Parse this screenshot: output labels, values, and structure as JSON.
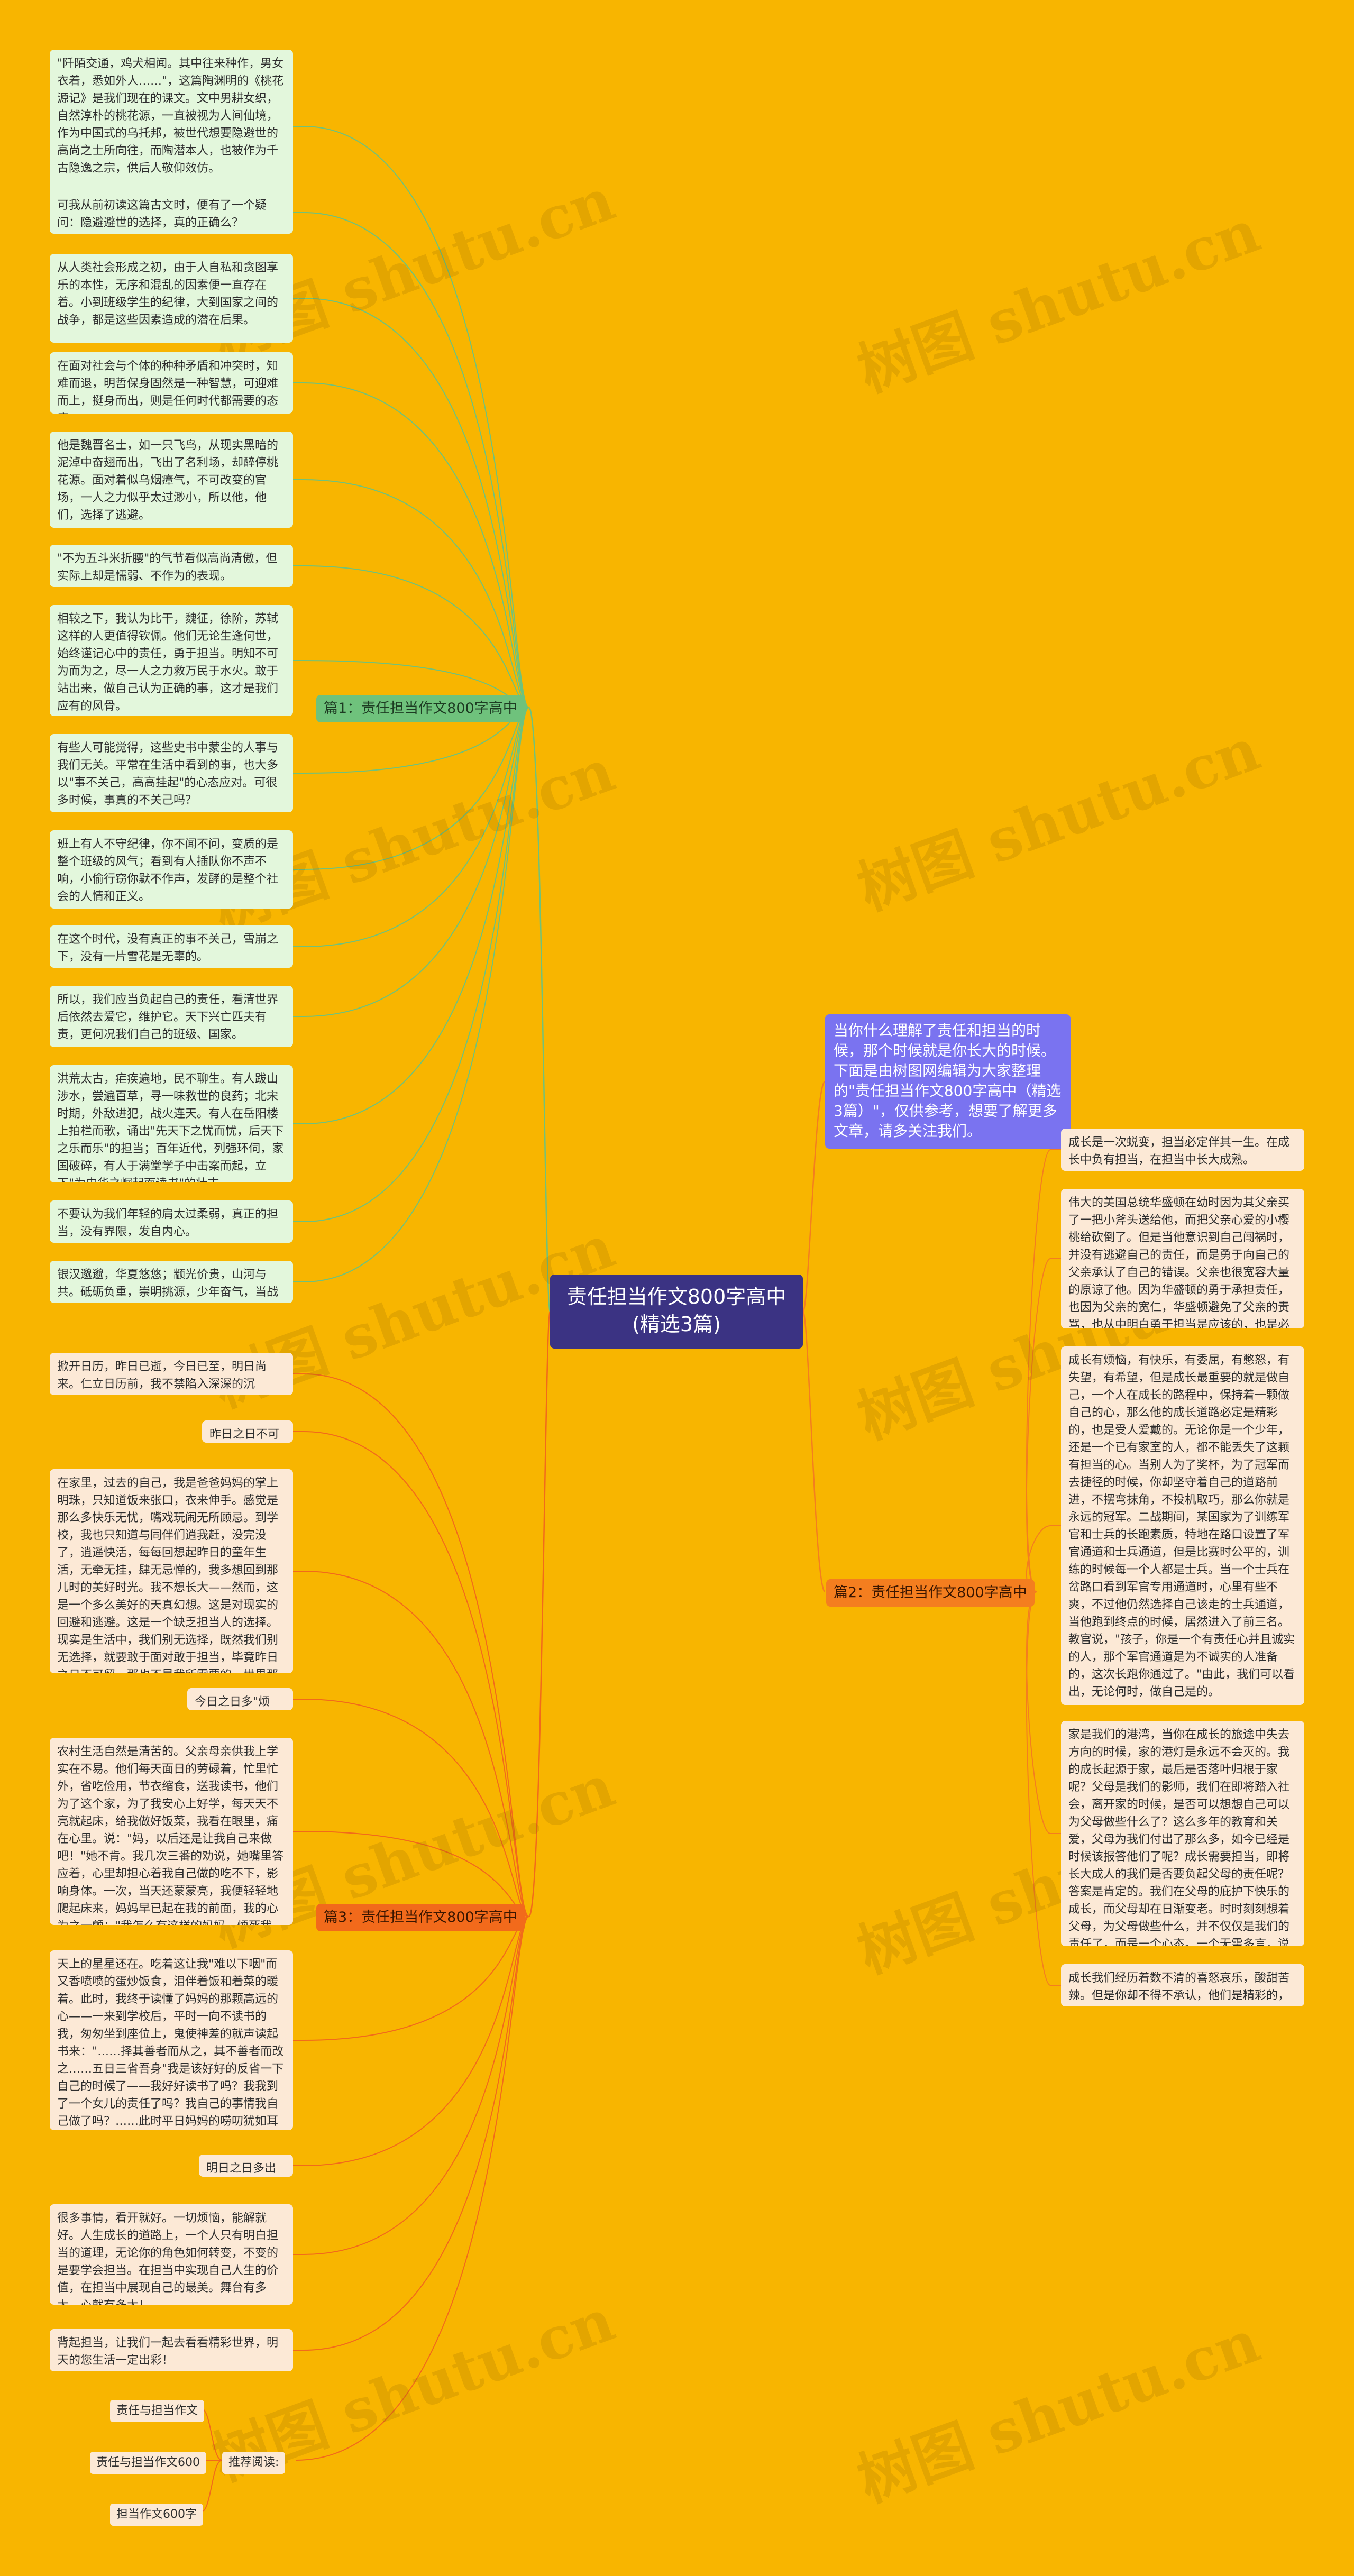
{
  "root": {
    "line1": "责任担当作文800字高中",
    "line2": "(精选3篇)"
  },
  "intro": "当你什么理解了责任和担当的时候，那个时候就是你长大的时候。下面是由树图网编辑为大家整理的\"责任担当作文800字高中（精选3篇）\"，仅供参考，想要了解更多文章，请多关注我们。",
  "watermark": "树图 shutu.cn",
  "branch1": {
    "label": "篇1：责任担当作文800字高中",
    "leaves": [
      "\"阡陌交通，鸡犬相闻。其中往来种作，男女衣着，悉如外人……\"，这篇陶渊明的《桃花源记》是我们现在的课文。文中男耕女织，自然淳朴的桃花源，一直被视为人间仙境，作为中国式的乌托邦，被世代想要隐避世的高尚之士所向往，而陶潜本人，也被作为千古隐逸之宗，供后人敬仰效仿。",
      "可我从前初读这篇古文时，便有了一个疑问：隐避避世的选择，真的正确么？",
      "从人类社会形成之初，由于人自私和贪图享乐的本性，无序和混乱的因素便一直存在着。小到班级学生的纪律，大到国家之间的战争，都是这些因素造成的潜在后果。",
      "在面对社会与个体的种种矛盾和冲突时，知难而退，明哲保身固然是一种智慧，可迎难而上，挺身而出，则是任何时代都需要的态度。",
      "他是魏晋名士，如一只飞鸟，从现实黑暗的泥淖中奋翅而出，飞出了名利场，却醉停桃花源。面对着似乌烟瘴气，不可改变的官场，一人之力似乎太过渺小，所以他，他们，选择了逃避。",
      "\"不为五斗米折腰\"的气节看似高尚清傲，但实际上却是懦弱、不作为的表现。",
      "相较之下，我认为比干，魏征，徐阶，苏轼这样的人更值得钦佩。他们无论生逢何世，始终谨记心中的责任，勇于担当。明知不可为而为之，尽一人之力救万民于水火。敢于站出来，做自己认为正确的事，这才是我们应有的风骨。",
      "有些人可能觉得，这些史书中蒙尘的人事与我们无关。平常在生活中看到的事，也大多以\"事不关己，高高挂起\"的心态应对。可很多时候，事真的不关己吗？",
      "班上有人不守纪律，你不闻不问，变质的是整个班级的风气；看到有人插队你不声不响，小偷行窃你默不作声，发酵的是整个社会的人情和正义。",
      "在这个时代，没有真正的事不关己，雪崩之下，没有一片雪花是无辜的。",
      "所以，我们应当负起自己的责任，看清世界后依然去爱它，维护它。天下兴亡匹夫有责，更何况我们自己的班级、国家。",
      "洪荒太古，疟疾遍地，民不聊生。有人跋山涉水，尝遍百草，寻一味救世的良药；北宋时期，外敌进犯，战火连天。有人在岳阳楼上拍栏而歌，诵出\"先天下之忧而忧，后天下之乐而乐\"的担当；百年近代，列强环伺，家国破碎，有人于满堂学子中击案而起，立下\"为中华之崛起而读书\"的壮志。",
      "不要认为我们年轻的肩太过柔弱，真正的担当，没有界限，发自内心。",
      "银汉邈邈，华夏悠悠；颛光价贵，山河与共。砥砺负重，崇明挑源，少年奋气，当战而驭！"
    ]
  },
  "branch2": {
    "label": "篇2：责任担当作文800字高中",
    "leaves": [
      "成长是一次蜕变，担当必定伴其一生。在成长中负有担当，在担当中长大成熟。",
      "伟大的美国总统华盛顿在幼时因为其父亲买了一把小斧头送给他，而把父亲心爱的小樱桃给砍倒了。但是当他意识到自己闯祸时，并没有逃避自己的责任，而是勇于向自己的父亲承认了自己的错误。父亲也很宽容大量的原谅了他。因为华盛顿的勇于承担责任，也因为父亲的宽仁，华盛顿避免了父亲的责骂，也从中明白勇于担当是应该的，也是必然的。",
      "成长有烦恼，有快乐，有委屈，有憋怒，有失望，有希望，但是成长最重要的就是做自己，一个人在成长的路程中，保持着一颗做自己的心，那么他的成长道路必定是精彩的，也是受人爱戴的。无论你是一个少年，还是一个已有家室的人，都不能丢失了这颗有担当的心。当别人为了奖杯，为了冠军而去捷径的时候，你却坚守着自己的道路前进，不摆弯抹角，不投机取巧，那么你就是永远的冠军。二战期间，某国家为了训练军官和士兵的长跑素质，特地在路口设置了军官通道和士兵通道，但是比赛时公平的，训练的时候每一个人都是士兵。当一个士兵在岔路口看到军官专用通道时，心里有些不爽，不过他仍然选择自己该走的士兵通道，当他跑到终点的时候，居然进入了前三名。教官说，\"孩子，你是一个有责任心并且诚实的人，那个军官通道是为不诚实的人准备的，这次长跑你通过了。\"由此，我们可以看出，无论何时，做自己是的。",
      "家是我们的港湾，当你在成长的旅途中失去方向的时候，家的港灯是永远不会灭的。我的成长起源于家，最后是否落叶归根于家呢？父母是我们的影师，我们在即将踏入社会，离开家的时候，是否可以想想自己可以为父母做些什么了？这么多年的教育和关爱，父母为我们付出了那么多，如今已经是时候该报答他们了呢？成长需要担当，即将长大成人的我们是否要负起父母的责任呢？答案是肯定的。我们在父母的庇护下快乐的成长，而父母却在日渐变老。时时刻刻想着父母，为父母做些什么，并不仅仅是我们的责任了，而是一个心态。一个无需多言，说做就做的义务。何为孝，就是在他们累的时候，叫声爸爸妈妈辛苦了，给予他们一个怀抱，让他们歇歇。告诉他们孩儿已经长大了，是我们来回报你们的时候了。",
      "成长我们经历着数不清的喜怒哀乐，酸甜苦辣。但是你却不得不承认，他们是精彩的，也是必然的。"
    ]
  },
  "branch3": {
    "label": "篇3：责任担当作文800字高中",
    "leaves": [
      "掀开日历，昨日已逝，今日已至，明日尚来。仁立日历前，我不禁陷入深深的沉思……",
      "昨日之日不可留",
      "在家里，过去的自己，我是爸爸妈妈的掌上明珠，只知道饭来张口，衣来伸手。感觉是那么多快乐无忧，嘴戏玩闹无所顾忌。到学校，我也只知道与同伴们逍我赶，没完没了，逍遥快活，每每回想起昨日的童年生活，无牵无挂，肆无忌惮的，我多想回到那儿时的美好时光。我不想长大——然而，这是一个多么美好的天真幻想。这是对现实的回避和逃避。这是一个缺乏担当人的选择。现实是生活中，我们别无选择，既然我们别无选择，就要敢于面对敢于担当，毕竟昨日之日不可留，那也不是我所需要的，世界那么大，我想去看看……",
      "今日之日多\"烦忧\"",
      "农村生活自然是清苦的。父亲母亲供我上学实在不易。他们每天面日的劳碌着，忙里忙外，省吃俭用，节衣缩食，送我读书，他们为了这个家，为了我安心上好学，每天天不亮就起床，给我做好饭菜，我看在眼里，痛在心里。说：\"妈，以后还是让我自己来做吧！\"她不肯。我几次三番的劝说，她嘴里答应着，心里却担心着我自己做的吃不下，影响身体。一次，当天还蒙蒙亮，我便轻轻地爬起床来，妈妈早已起在我的前面，我的心为之一颤：\"我怎么有这样的妈妈，烦死我了！\"\"真是可怜天下父母心啊！\"",
      "天上的星星还在。吃着这让我\"难以下咽\"而又香喷喷的蛋炒饭食，泪伴着饭和着菜的暖着。此时，我终于读懂了妈妈的那颗高远的心——一来到学校后，平时一向不读书的我，匆匆坐到座位上，鬼使神差的就声读起书来：\"……择其善者而从之，其不善者而改之……五日三省吾身\"我是该好好的反省一下自己的时候了——我好好读书了吗？我我到了一个女儿的责任了吗？我自己的事情我自己做了吗？……此时平日妈妈的唠叨犹如耳际回响——说这么多，明白就好。",
      "明日之日多出彩",
      "很多事情，看开就好。一切烦恼，能解就好。人生成长的道路上，一个人只有明白担当的道理，无论你的角色如何转变，不变的是要学会担当。在担当中实现自己人生的价值，在担当中展现自己的最美。舞台有多大，心就有多大！",
      "背起担当，让我们一起去看看精彩世界，明天的您生活一定出彩！"
    ],
    "reading": {
      "label": "推荐阅读:",
      "items": [
        "责任与担当作文",
        "责任与担当作文600",
        "担当作文600字"
      ]
    }
  }
}
